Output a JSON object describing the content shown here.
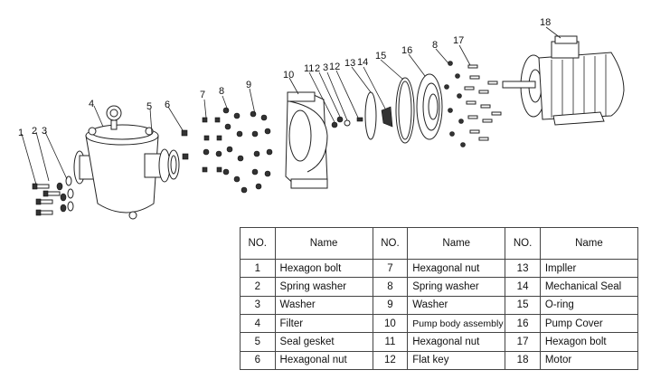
{
  "table": {
    "headers": [
      "NO.",
      "Name",
      "NO.",
      "Name",
      "NO.",
      "Name"
    ],
    "rows": [
      [
        {
          "no": "1",
          "name": "Hexagon bolt"
        },
        {
          "no": "7",
          "name": "Hexagonal nut"
        },
        {
          "no": "13",
          "name": "Impller"
        }
      ],
      [
        {
          "no": "2",
          "name": "Spring washer"
        },
        {
          "no": "8",
          "name": "Spring washer"
        },
        {
          "no": "14",
          "name": "Mechanical Seal"
        }
      ],
      [
        {
          "no": "3",
          "name": "Washer"
        },
        {
          "no": "9",
          "name": "Washer"
        },
        {
          "no": "15",
          "name": "O-ring"
        }
      ],
      [
        {
          "no": "4",
          "name": "Filter"
        },
        {
          "no": "10",
          "name": "Pump body assembly"
        },
        {
          "no": "16",
          "name": "Pump Cover"
        }
      ],
      [
        {
          "no": "5",
          "name": "Seal gesket"
        },
        {
          "no": "11",
          "name": "Hexagonal nut"
        },
        {
          "no": "17",
          "name": "Hexagon bolt"
        }
      ],
      [
        {
          "no": "6",
          "name": "Hexagonal nut"
        },
        {
          "no": "12",
          "name": "Flat key"
        },
        {
          "no": "18",
          "name": "Motor"
        }
      ]
    ]
  },
  "callouts": [
    "1",
    "2",
    "3",
    "4",
    "5",
    "6",
    "7",
    "8",
    "9",
    "10",
    "11",
    "2",
    "3",
    "12",
    "13",
    "14",
    "15",
    "16",
    "8",
    "17",
    "18"
  ]
}
